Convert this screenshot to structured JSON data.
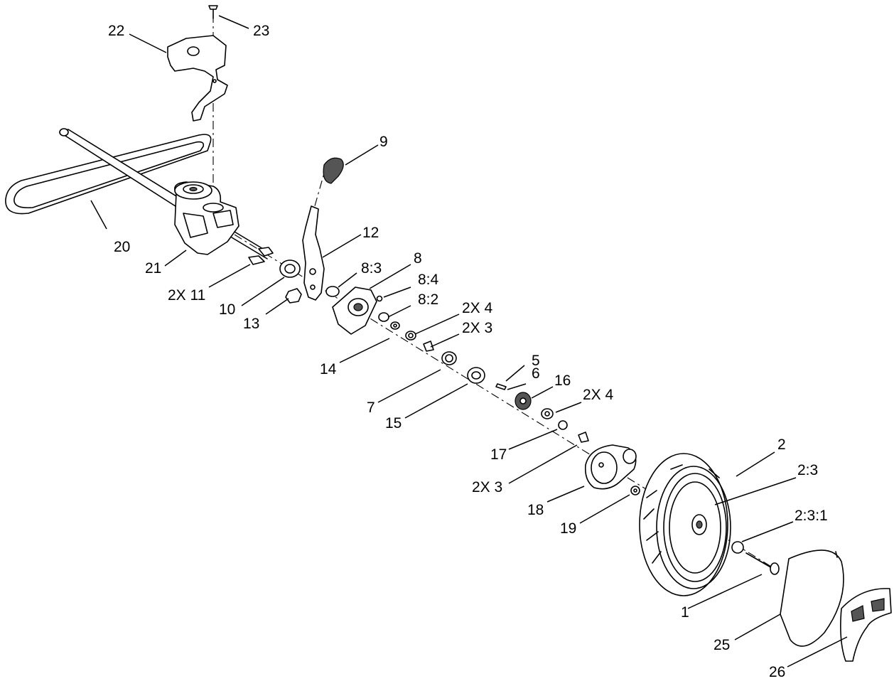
{
  "callouts": [
    {
      "id": "c1",
      "text": "1"
    },
    {
      "id": "c2",
      "text": "2"
    },
    {
      "id": "c2_3",
      "text": "2:3"
    },
    {
      "id": "c2_3_1",
      "text": "2:3:1"
    },
    {
      "id": "c5",
      "text": "5"
    },
    {
      "id": "c6",
      "text": "6"
    },
    {
      "id": "c7",
      "text": "7"
    },
    {
      "id": "c8",
      "text": "8"
    },
    {
      "id": "c8_2",
      "text": "8:2"
    },
    {
      "id": "c8_3",
      "text": "8:3"
    },
    {
      "id": "c8_4",
      "text": "8:4"
    },
    {
      "id": "c9",
      "text": "9"
    },
    {
      "id": "c10",
      "text": "10"
    },
    {
      "id": "c2x11",
      "text": "2X 11"
    },
    {
      "id": "c12",
      "text": "12"
    },
    {
      "id": "c13",
      "text": "13"
    },
    {
      "id": "c14",
      "text": "14"
    },
    {
      "id": "c15",
      "text": "15"
    },
    {
      "id": "c16",
      "text": "16"
    },
    {
      "id": "c17",
      "text": "17"
    },
    {
      "id": "c18",
      "text": "18"
    },
    {
      "id": "c19",
      "text": "19"
    },
    {
      "id": "c20",
      "text": "20"
    },
    {
      "id": "c21",
      "text": "21"
    },
    {
      "id": "c22",
      "text": "22"
    },
    {
      "id": "c23",
      "text": "23"
    },
    {
      "id": "c25",
      "text": "25"
    },
    {
      "id": "c26",
      "text": "26"
    },
    {
      "id": "c2x4a",
      "text": "2X 4"
    },
    {
      "id": "c2x3a",
      "text": "2X 3"
    },
    {
      "id": "c2x4b",
      "text": "2X 4"
    },
    {
      "id": "c2x3b",
      "text": "2X 3"
    }
  ]
}
